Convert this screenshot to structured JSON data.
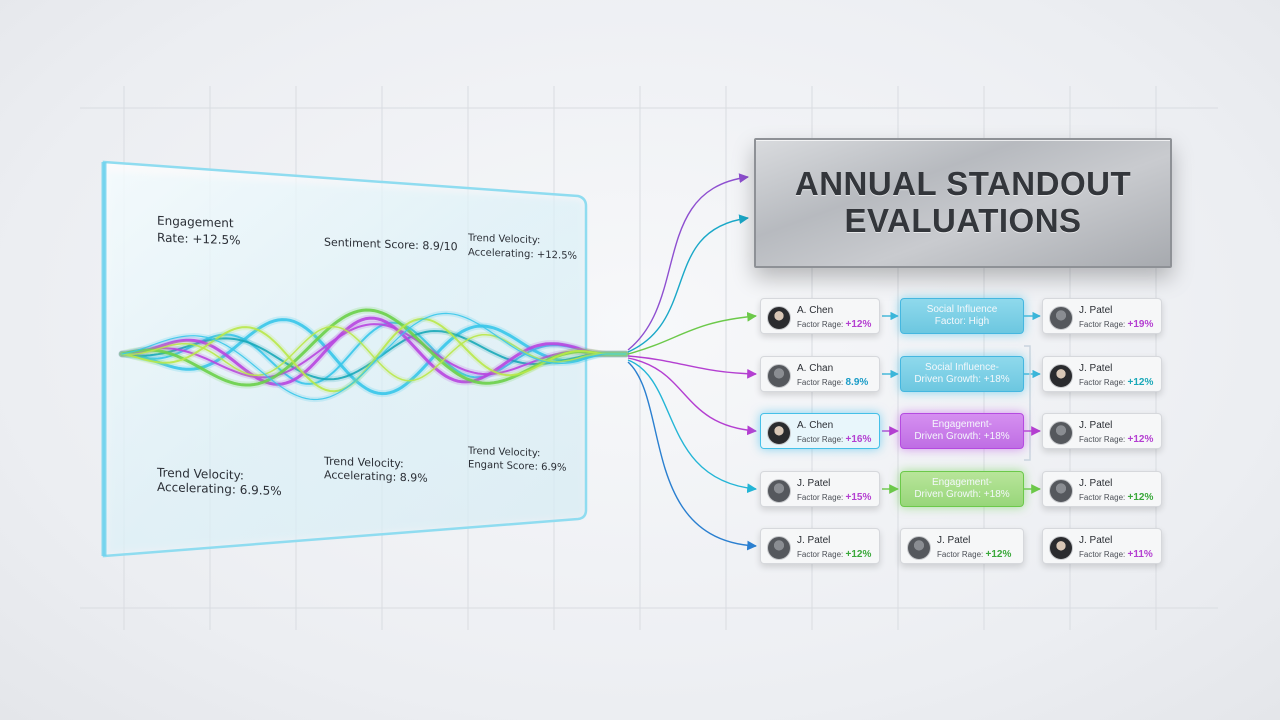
{
  "title": {
    "line1": "ANNUAL STANDOUT",
    "line2": "EVALUATIONS"
  },
  "glass_labels": [
    "Engagement",
    "Rate: +12.5%",
    "Sentiment Score: 8.9/10",
    "Trend Velocity:",
    "Accelerating: +12.5%",
    "Trend Velocity:",
    "Accelerating: 6.9.5%",
    "Trend Velocity:",
    "Accelerating: 8.9%",
    "Trend Velocity:",
    "Engant Score: 6.9%"
  ],
  "rows": [
    {
      "left": {
        "name": "A. Chen",
        "detail": "Factor Rage:",
        "pct": "+12%"
      },
      "middle": {
        "type": "factor",
        "line1": "Social Influence",
        "line2": "Factor: High"
      },
      "right": {
        "name": "J. Patel",
        "detail": "Factor Rage:",
        "pct": "+19%"
      }
    },
    {
      "left": {
        "name": "A. Chan",
        "detail": "Factor Rage:",
        "pct": "8.9%"
      },
      "middle": {
        "type": "factor",
        "line1": "Social Influence-",
        "line2": "Driven Growth: +18%"
      },
      "right": {
        "name": "J. Patel",
        "detail": "Factor Rage:",
        "pct": "+12%"
      }
    },
    {
      "left": {
        "name": "A. Chen",
        "detail": "Factor Rage:",
        "pct": "+16%"
      },
      "middle": {
        "type": "factor",
        "line1": "Engagement-",
        "line2": "Driven Growth: +18%"
      },
      "right": {
        "name": "J. Patel",
        "detail": "Factor Rage:",
        "pct": "+12%"
      }
    },
    {
      "left": {
        "name": "J. Patel",
        "detail": "Factor Rage:",
        "pct": "+15%"
      },
      "middle": {
        "type": "factor",
        "line1": "Engagement-",
        "line2": "Driven Growth: +18%"
      },
      "right": {
        "name": "J. Patel",
        "detail": "Factor Rage:",
        "pct": "+12%"
      }
    },
    {
      "left": {
        "name": "J. Patel",
        "detail": "Factor Rage:",
        "pct": "+12%"
      },
      "middle": {
        "type": "card",
        "name": "J. Patel",
        "detail": "Factor Rage:",
        "pct": "+12%"
      },
      "right": {
        "name": "J. Patel",
        "detail": "Factor Rage:",
        "pct": "+11%"
      }
    }
  ],
  "colors": {
    "cyan": "#38c6ea",
    "magenta": "#b846e0",
    "green": "#6cd04a",
    "lime": "#b9e84a",
    "teal": "#1aa8b8",
    "blue": "#2a7fd0",
    "purple": "#8e4fd0"
  },
  "icons": [
    "person-avatar-icon",
    "arrow-head-icon"
  ]
}
